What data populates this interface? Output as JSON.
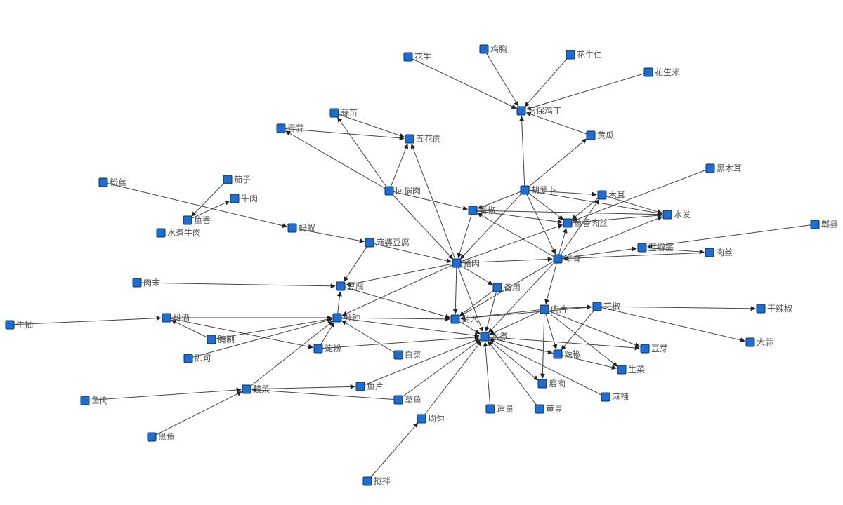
{
  "colors": {
    "node_fill": "#1a6fd6",
    "node_stroke": "#0b2f66",
    "edge": "#444444"
  },
  "nodes": [
    {
      "id": "huasheng",
      "label": "花生"
    },
    {
      "id": "jixiong",
      "label": "鸡胸"
    },
    {
      "id": "huashengren",
      "label": "花生仁"
    },
    {
      "id": "huashengmi",
      "label": "花生米"
    },
    {
      "id": "gongbaojiding",
      "label": "宫保鸡丁"
    },
    {
      "id": "suanmiao",
      "label": "蒜苗"
    },
    {
      "id": "qingsuan",
      "label": "青蒜"
    },
    {
      "id": "wuhuarou",
      "label": "五花肉"
    },
    {
      "id": "huanggua",
      "label": "黄瓜"
    },
    {
      "id": "heimuer",
      "label": "黑木耳"
    },
    {
      "id": "fensi",
      "label": "粉丝"
    },
    {
      "id": "qiezi",
      "label": "茄子"
    },
    {
      "id": "niurou",
      "label": "牛肉"
    },
    {
      "id": "yuxiang",
      "label": "鱼香"
    },
    {
      "id": "shuizhuniurou",
      "label": "水煮牛肉"
    },
    {
      "id": "mayi",
      "label": "蚂蚁"
    },
    {
      "id": "huiguorou",
      "label": "回锅肉"
    },
    {
      "id": "huluobo",
      "label": "胡萝卜"
    },
    {
      "id": "muer",
      "label": "木耳"
    },
    {
      "id": "qingjiao",
      "label": "青椒"
    },
    {
      "id": "shuifa",
      "label": "水发"
    },
    {
      "id": "yuxiangrousi",
      "label": "鱼香肉丝"
    },
    {
      "id": "pixian",
      "label": "郫县"
    },
    {
      "id": "mapodoufu",
      "label": "麻婆豆腐"
    },
    {
      "id": "doubanjiang",
      "label": "豆瓣酱"
    },
    {
      "id": "rousi",
      "label": "肉丝"
    },
    {
      "id": "zhurou",
      "label": "猪肉"
    },
    {
      "id": "liji",
      "label": "里脊"
    },
    {
      "id": "roumo",
      "label": "肉末"
    },
    {
      "id": "doufu",
      "label": "豆腐"
    },
    {
      "id": "beiyong",
      "label": "备用"
    },
    {
      "id": "shengchou",
      "label": "生抽"
    },
    {
      "id": "liaojiu",
      "label": "料酒"
    },
    {
      "id": "fenzhong",
      "label": "分钟"
    },
    {
      "id": "daoru",
      "label": "倒入"
    },
    {
      "id": "roupian",
      "label": "肉片"
    },
    {
      "id": "huajiao",
      "label": "花椒"
    },
    {
      "id": "ganlajiao",
      "label": "干辣椒"
    },
    {
      "id": "yanzhi",
      "label": "腌制"
    },
    {
      "id": "shuizhu",
      "label": "水煮"
    },
    {
      "id": "dasuan",
      "label": "大蒜"
    },
    {
      "id": "jike",
      "label": "即可"
    },
    {
      "id": "dianfen",
      "label": "淀粉"
    },
    {
      "id": "baicai",
      "label": "白菜"
    },
    {
      "id": "lajiao",
      "label": "辣椒"
    },
    {
      "id": "douya",
      "label": "豆芽"
    },
    {
      "id": "shengcai",
      "label": "生菜"
    },
    {
      "id": "yupian",
      "label": "鱼片"
    },
    {
      "id": "shourou",
      "label": "瘦肉"
    },
    {
      "id": "suancai",
      "label": "酸菜"
    },
    {
      "id": "mala",
      "label": "麻辣"
    },
    {
      "id": "yurou",
      "label": "鱼肉"
    },
    {
      "id": "caoyu",
      "label": "草鱼"
    },
    {
      "id": "shiliang",
      "label": "适量"
    },
    {
      "id": "huangdou",
      "label": "黄豆"
    },
    {
      "id": "junyun",
      "label": "均匀"
    },
    {
      "id": "heiyu",
      "label": "黑鱼"
    },
    {
      "id": "jiaoban",
      "label": "搅拌"
    }
  ],
  "edges": [
    [
      "huasheng",
      "gongbaojiding"
    ],
    [
      "jixiong",
      "gongbaojiding"
    ],
    [
      "huashengren",
      "gongbaojiding"
    ],
    [
      "huashengmi",
      "gongbaojiding"
    ],
    [
      "huanggua",
      "gongbaojiding"
    ],
    [
      "huluobo",
      "gongbaojiding"
    ],
    [
      "huluobo",
      "huanggua"
    ],
    [
      "qingsuan",
      "wuhuarou"
    ],
    [
      "suanmiao",
      "wuhuarou"
    ],
    [
      "huiguorou",
      "wuhuarou"
    ],
    [
      "huiguorou",
      "suanmiao"
    ],
    [
      "huiguorou",
      "qingsuan"
    ],
    [
      "huiguorou",
      "qingjiao"
    ],
    [
      "huiguorou",
      "zhurou"
    ],
    [
      "zhurou",
      "wuhuarou"
    ],
    [
      "qiezi",
      "yuxiang"
    ],
    [
      "yuxiang",
      "niurou"
    ],
    [
      "fensi",
      "mayi"
    ],
    [
      "mayi",
      "mapodoufu"
    ],
    [
      "huluobo",
      "muer"
    ],
    [
      "huluobo",
      "shuifa"
    ],
    [
      "huluobo",
      "yuxiangrousi"
    ],
    [
      "huluobo",
      "qingjiao"
    ],
    [
      "huluobo",
      "liji"
    ],
    [
      "huluobo",
      "zhurou"
    ],
    [
      "muer",
      "shuifa"
    ],
    [
      "qingjiao",
      "shuifa"
    ],
    [
      "qingjiao",
      "yuxiangrousi"
    ],
    [
      "qingjiao",
      "zhurou"
    ],
    [
      "heimuer",
      "yuxiangrousi"
    ],
    [
      "muer",
      "yuxiangrousi"
    ],
    [
      "yuxiangrousi",
      "shuifa"
    ],
    [
      "liji",
      "yuxiangrousi"
    ],
    [
      "liji",
      "shuifa"
    ],
    [
      "liji",
      "muer"
    ],
    [
      "liji",
      "qingjiao"
    ],
    [
      "pixian",
      "doubanjiang"
    ],
    [
      "liji",
      "doubanjiang"
    ],
    [
      "rousi",
      "liji"
    ],
    [
      "doubanjiang",
      "rousi"
    ],
    [
      "mapodoufu",
      "zhurou"
    ],
    [
      "mapodoufu",
      "doufu"
    ],
    [
      "zhurou",
      "doufu"
    ],
    [
      "zhurou",
      "yuxiangrousi"
    ],
    [
      "zhurou",
      "liji"
    ],
    [
      "zhurou",
      "daoru"
    ],
    [
      "zhurou",
      "shuizhu"
    ],
    [
      "zhurou",
      "beiyong"
    ],
    [
      "zhurou",
      "fenzhong"
    ],
    [
      "liji",
      "daoru"
    ],
    [
      "liji",
      "roupian"
    ],
    [
      "liji",
      "shuizhu"
    ],
    [
      "roumo",
      "doufu"
    ],
    [
      "doufu",
      "daoru"
    ],
    [
      "fenzhong",
      "doufu"
    ],
    [
      "shengchou",
      "liaojiu"
    ],
    [
      "liaojiu",
      "fenzhong"
    ],
    [
      "liaojiu",
      "dianfen"
    ],
    [
      "yanzhi",
      "liaojiu"
    ],
    [
      "yanzhi",
      "fenzhong"
    ],
    [
      "jike",
      "fenzhong"
    ],
    [
      "dianfen",
      "fenzhong"
    ],
    [
      "fenzhong",
      "daoru"
    ],
    [
      "fenzhong",
      "shuizhu"
    ],
    [
      "baicai",
      "fenzhong"
    ],
    [
      "dianfen",
      "shuizhu"
    ],
    [
      "beiyong",
      "daoru"
    ],
    [
      "beiyong",
      "shuizhu"
    ],
    [
      "roupian",
      "daoru"
    ],
    [
      "roupian",
      "huajiao"
    ],
    [
      "roupian",
      "lajiao"
    ],
    [
      "roupian",
      "shourou"
    ],
    [
      "roupian",
      "douya"
    ],
    [
      "roupian",
      "shengcai"
    ],
    [
      "roupian",
      "shuizhu"
    ],
    [
      "huajiao",
      "ganlajiao"
    ],
    [
      "huajiao",
      "dasuan"
    ],
    [
      "huajiao",
      "lajiao"
    ],
    [
      "huajiao",
      "daoru"
    ],
    [
      "daoru",
      "shuizhu"
    ],
    [
      "shuizhu",
      "lajiao"
    ],
    [
      "shuizhu",
      "douya"
    ],
    [
      "shuizhu",
      "shengcai"
    ],
    [
      "shuizhu",
      "shourou"
    ],
    [
      "mala",
      "shuizhu"
    ],
    [
      "huangdou",
      "shuizhu"
    ],
    [
      "shiliang",
      "shuizhu"
    ],
    [
      "yupian",
      "shuizhu"
    ],
    [
      "caoyu",
      "shuizhu"
    ],
    [
      "suancai",
      "fenzhong"
    ],
    [
      "suancai",
      "yupian"
    ],
    [
      "caoyu",
      "suancai"
    ],
    [
      "yurou",
      "suancai"
    ],
    [
      "heiyu",
      "suancai"
    ],
    [
      "junyun",
      "shuizhu"
    ],
    [
      "jiaoban",
      "junyun"
    ]
  ]
}
